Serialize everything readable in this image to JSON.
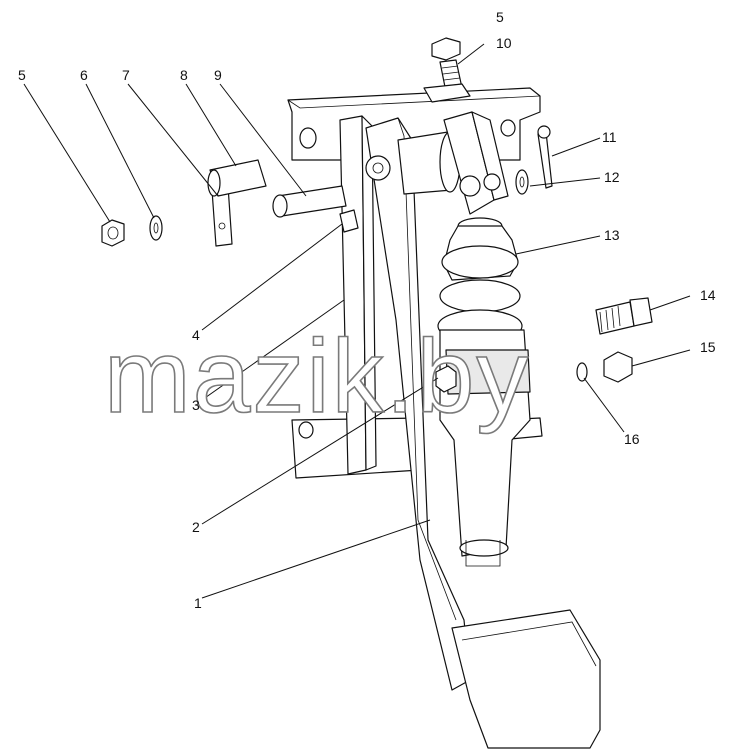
{
  "diagram": {
    "callouts": [
      {
        "id": "c-5a",
        "text": "5"
      },
      {
        "id": "c-10",
        "text": "10"
      },
      {
        "id": "c-5b",
        "text": "5"
      },
      {
        "id": "c-6",
        "text": "6"
      },
      {
        "id": "c-7",
        "text": "7"
      },
      {
        "id": "c-8",
        "text": "8"
      },
      {
        "id": "c-9",
        "text": "9"
      },
      {
        "id": "c-11",
        "text": "11"
      },
      {
        "id": "c-12",
        "text": "12"
      },
      {
        "id": "c-13",
        "text": "13"
      },
      {
        "id": "c-14",
        "text": "14"
      },
      {
        "id": "c-4",
        "text": "4"
      },
      {
        "id": "c-3",
        "text": "3"
      },
      {
        "id": "c-15",
        "text": "15"
      },
      {
        "id": "c-16",
        "text": "16"
      },
      {
        "id": "c-2",
        "text": "2"
      },
      {
        "id": "c-1",
        "text": "1"
      }
    ],
    "watermark": "mazik.by"
  }
}
